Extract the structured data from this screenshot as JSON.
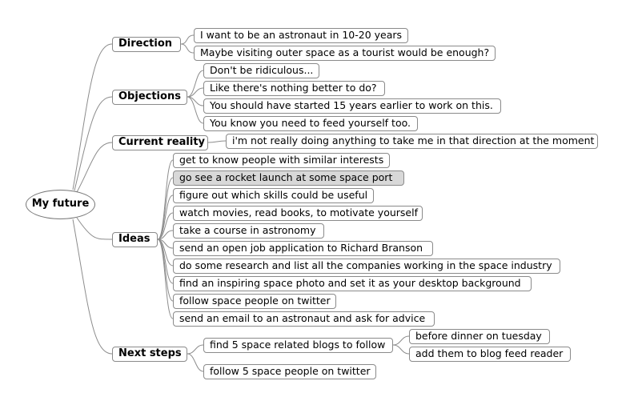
{
  "root": {
    "label": "My future"
  },
  "branches": {
    "direction": {
      "label": "Direction",
      "children": [
        "I want to be an astronaut in 10-20 years",
        "Maybe visiting outer space as a tourist would be enough?"
      ]
    },
    "objections": {
      "label": "Objections",
      "children": [
        "Don't be ridiculous...",
        "Like there's nothing better to do?",
        "You should have started 15 years earlier to work on this.",
        "You know you need to feed yourself too."
      ]
    },
    "current_reality": {
      "label": "Current reality",
      "children": [
        "i'm not really doing anything to take me in that direction at the moment"
      ]
    },
    "ideas": {
      "label": "Ideas",
      "children": [
        "get to know people with similar interests",
        "go see a rocket launch at some space port",
        "figure out which skills could be useful",
        "watch movies, read books, to motivate yourself",
        "take a course in astronomy",
        "send an open job application to Richard Branson",
        "do some research and list all the companies working in the space industry",
        "find an inspiring space photo and set it as your desktop background",
        "follow space people on twitter",
        "send an email to an astronaut and ask for advice"
      ]
    },
    "next_steps": {
      "label": "Next steps",
      "children": [
        "find 5 space related blogs to follow",
        "follow 5 space people on twitter"
      ],
      "grandchildren": [
        "before dinner on tuesday",
        "add them to blog feed reader"
      ]
    }
  }
}
